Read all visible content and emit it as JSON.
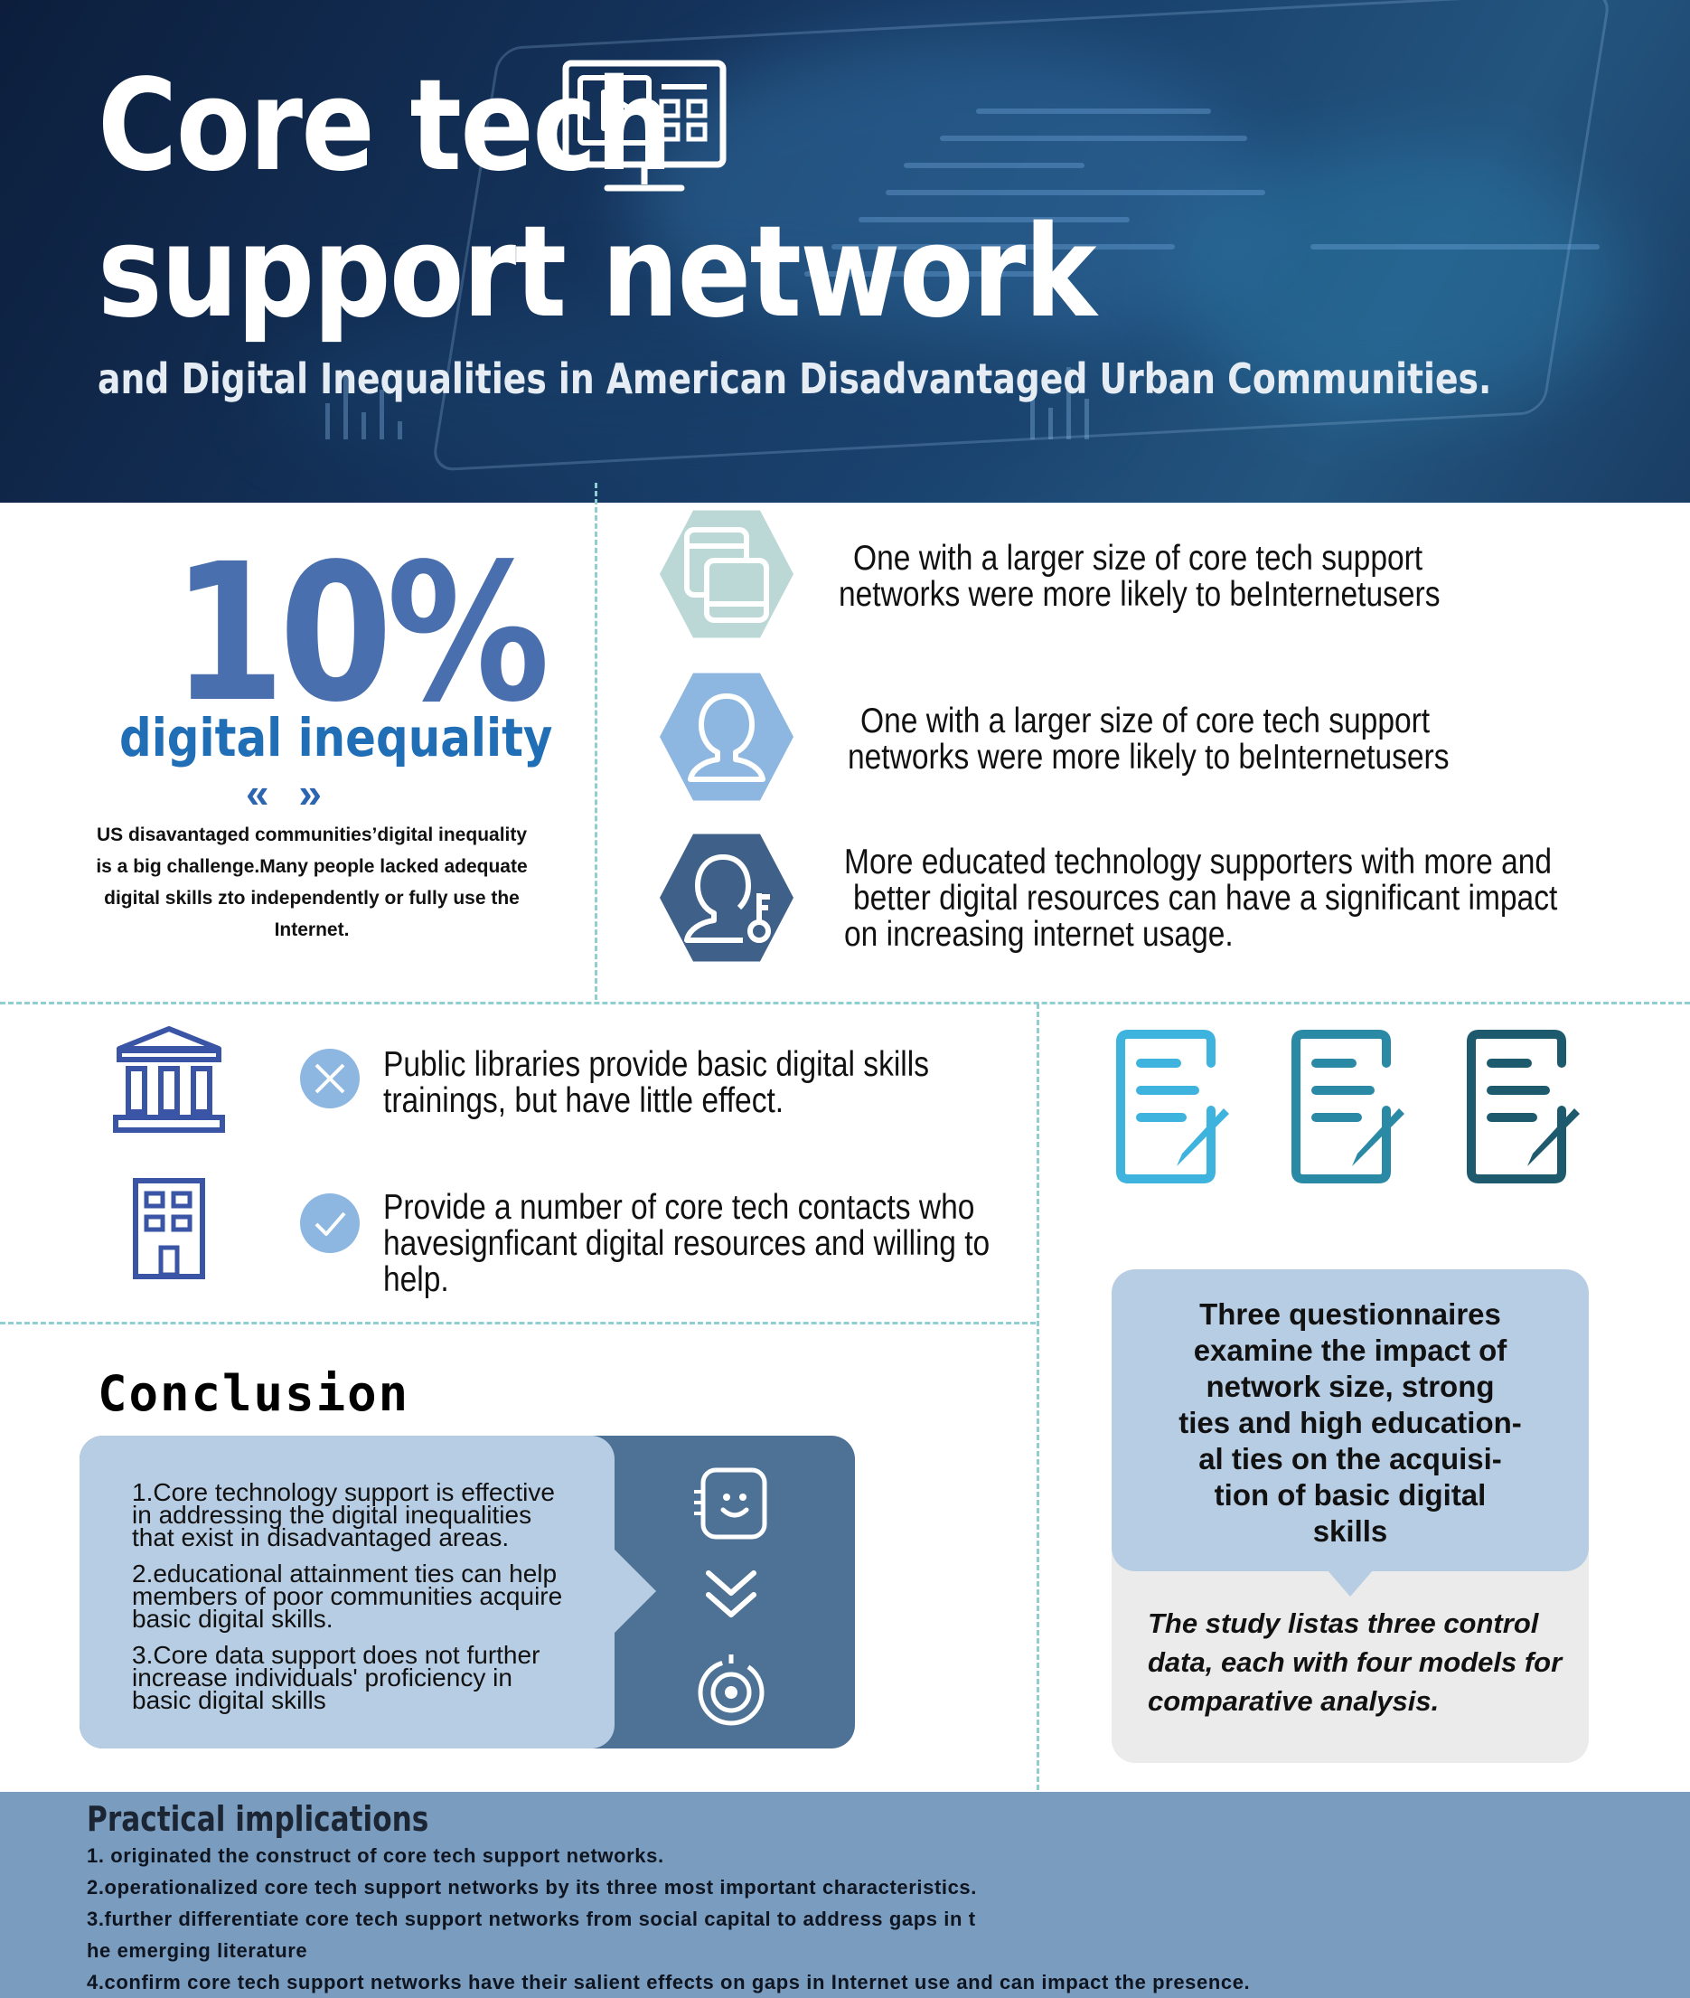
{
  "header": {
    "title_line1": "Core tech",
    "title_line2": "support network",
    "subtitle": "and Digital Inequalities in American Disadvantaged Urban Communities."
  },
  "stat": {
    "value": "10%",
    "label": "digital inequality",
    "quote_marks": "« »",
    "description": "US disavantaged communities’digital inequality is a big challenge.Many people lacked adequate digital skills zto independently or fully use the Internet."
  },
  "findings": [
    {
      "icon": "windows-icon",
      "color": "#bcd8d6",
      "line1": "One with a larger size of core tech support",
      "line2": "networks were more likely to beInternetusers"
    },
    {
      "icon": "person-icon",
      "color": "#8db7e0",
      "line1": "One with a larger size of core tech support",
      "line2": "networks were more likely to beInternetusers"
    },
    {
      "icon": "person-key-icon",
      "color": "#3f6189",
      "line1": "More educated technology supporters with more and",
      "line2": "better digital resources can have a significant impact",
      "line3": "on increasing internet usage."
    }
  ],
  "comparison": [
    {
      "icon": "library-icon",
      "status_icon": "cross-icon",
      "line1": "Public libraries provide basic digital skills",
      "line2": "trainings, but have little effect."
    },
    {
      "icon": "building-icon",
      "status_icon": "check-icon",
      "line1": "Provide a number of core tech contacts who",
      "line2": "havesignficant digital resources and willing to",
      "line3": "help."
    }
  ],
  "questionnaires": {
    "doc_colors": [
      "#3eb3dd",
      "#2a8aa6",
      "#1d5a6e"
    ],
    "main_lines": [
      "Three questionnaires",
      "examine the impact of",
      "network size, strong",
      "ties and high education-",
      "al ties on the acquisi-",
      "tion of basic digital",
      "skills"
    ],
    "note_lines": [
      "The study listas three control",
      "data, each with four models for",
      "comparative analysis."
    ]
  },
  "conclusion": {
    "heading": "Conclusion",
    "items": [
      [
        "1.Core technology support is effective",
        "in addressing the digital inequalities",
        "that exist in disadvantaged areas."
      ],
      [
        "2.educational attainment ties can help",
        "members of poor communities acquire",
        "basic digital skills."
      ],
      [
        "3.Core data support does not further",
        "increase individuals' proficiency in",
        "basic digital skills"
      ]
    ]
  },
  "implications": {
    "heading": "Practical implications",
    "items": [
      "1. originated the construct of core tech support networks.",
      "2.operationalized core tech support networks by its three most important characteristics.",
      "3.further differentiate core tech support networks from social capital to address gaps in t",
      "he emerging literature",
      "4.confirm core tech support networks have their salient effects on gaps in Internet use and can impact the presence."
    ]
  },
  "colors": {
    "stat_blue": "#4a6fae",
    "label_blue": "#1f6eb6",
    "divider": "#8fcfd2",
    "conclusion_dark": "#4e7296",
    "conclusion_light": "#b7cde4",
    "implications_bg": "#7a9cbf"
  }
}
